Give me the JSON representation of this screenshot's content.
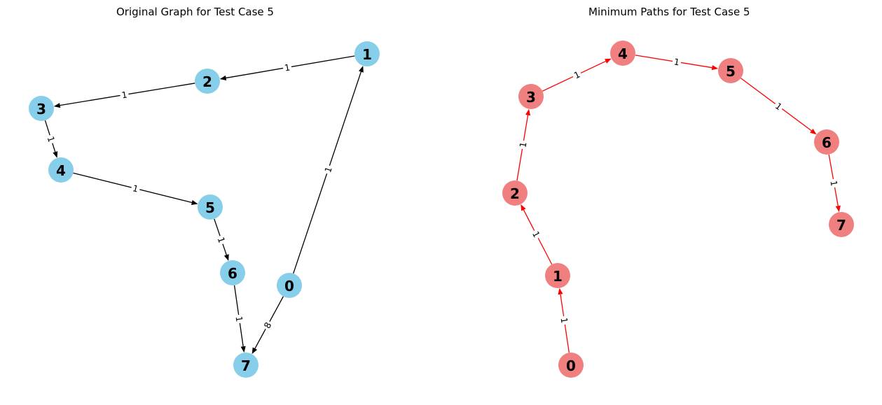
{
  "panels": [
    {
      "title": "Original Graph for Test Case 5",
      "node_color": "#87ceeb",
      "edge_color": "#000000",
      "nodes": [
        "0",
        "1",
        "2",
        "3",
        "4",
        "5",
        "6",
        "7"
      ],
      "edges": [
        {
          "from": "1",
          "to": "2",
          "weight": "1"
        },
        {
          "from": "2",
          "to": "3",
          "weight": "1"
        },
        {
          "from": "3",
          "to": "4",
          "weight": "1"
        },
        {
          "from": "4",
          "to": "5",
          "weight": "1"
        },
        {
          "from": "5",
          "to": "6",
          "weight": "1"
        },
        {
          "from": "6",
          "to": "7",
          "weight": "1"
        },
        {
          "from": "0",
          "to": "1",
          "weight": "1"
        },
        {
          "from": "0",
          "to": "7",
          "weight": "8"
        }
      ]
    },
    {
      "title": "Minimum Paths for Test Case 5",
      "node_color": "#f08080",
      "edge_color": "#ff0000",
      "nodes": [
        "0",
        "1",
        "2",
        "3",
        "4",
        "5",
        "6",
        "7"
      ],
      "edges": [
        {
          "from": "0",
          "to": "1",
          "weight": "1"
        },
        {
          "from": "1",
          "to": "2",
          "weight": "1"
        },
        {
          "from": "2",
          "to": "3",
          "weight": "1"
        },
        {
          "from": "3",
          "to": "4",
          "weight": "1"
        },
        {
          "from": "4",
          "to": "5",
          "weight": "1"
        },
        {
          "from": "5",
          "to": "6",
          "weight": "1"
        },
        {
          "from": "6",
          "to": "7",
          "weight": "1"
        }
      ]
    }
  ]
}
